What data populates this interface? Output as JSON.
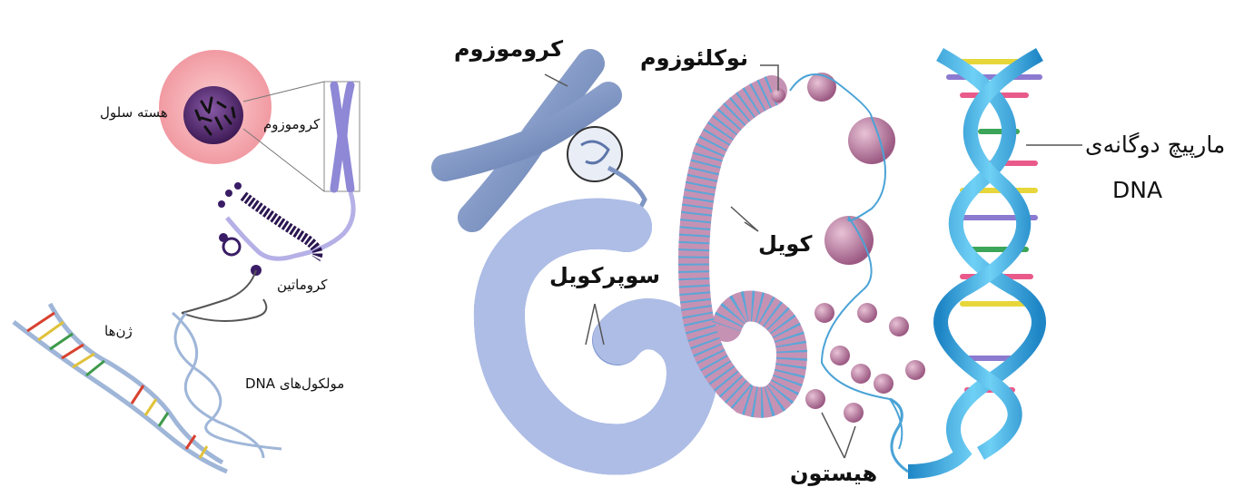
{
  "left_panel": {
    "cell_nucleus": "هسته سلول",
    "chromosome": "کروموزوم",
    "chromatin": "کروماتین",
    "genes": "ژن‌ها",
    "dna_molecules": "مولکول‌های DNA"
  },
  "right_panel": {
    "chromosome": "کروموزوم",
    "nucleosome": "نوکلئوزوم",
    "supercoil": "سوپرکویل",
    "coil": "کویل",
    "histone": "هیستون",
    "double_helix": "مارپیچ دوگانه‌ی",
    "dna": "DNA"
  },
  "colors": {
    "cell_outer": "#f4b4b8",
    "nucleus": "#5a2c7a",
    "chromosome_left": "#8e88d6",
    "chromosome_right": "#7f96c4",
    "supercoil": "#7e95d0",
    "coil_pink": "#d8a4bf",
    "histone": "#b97aa0",
    "helix_blue": "#3fa7d9"
  },
  "icons": [
    "cell-nucleus-illustration",
    "chromosome-illustration",
    "dna-helix-illustration"
  ]
}
